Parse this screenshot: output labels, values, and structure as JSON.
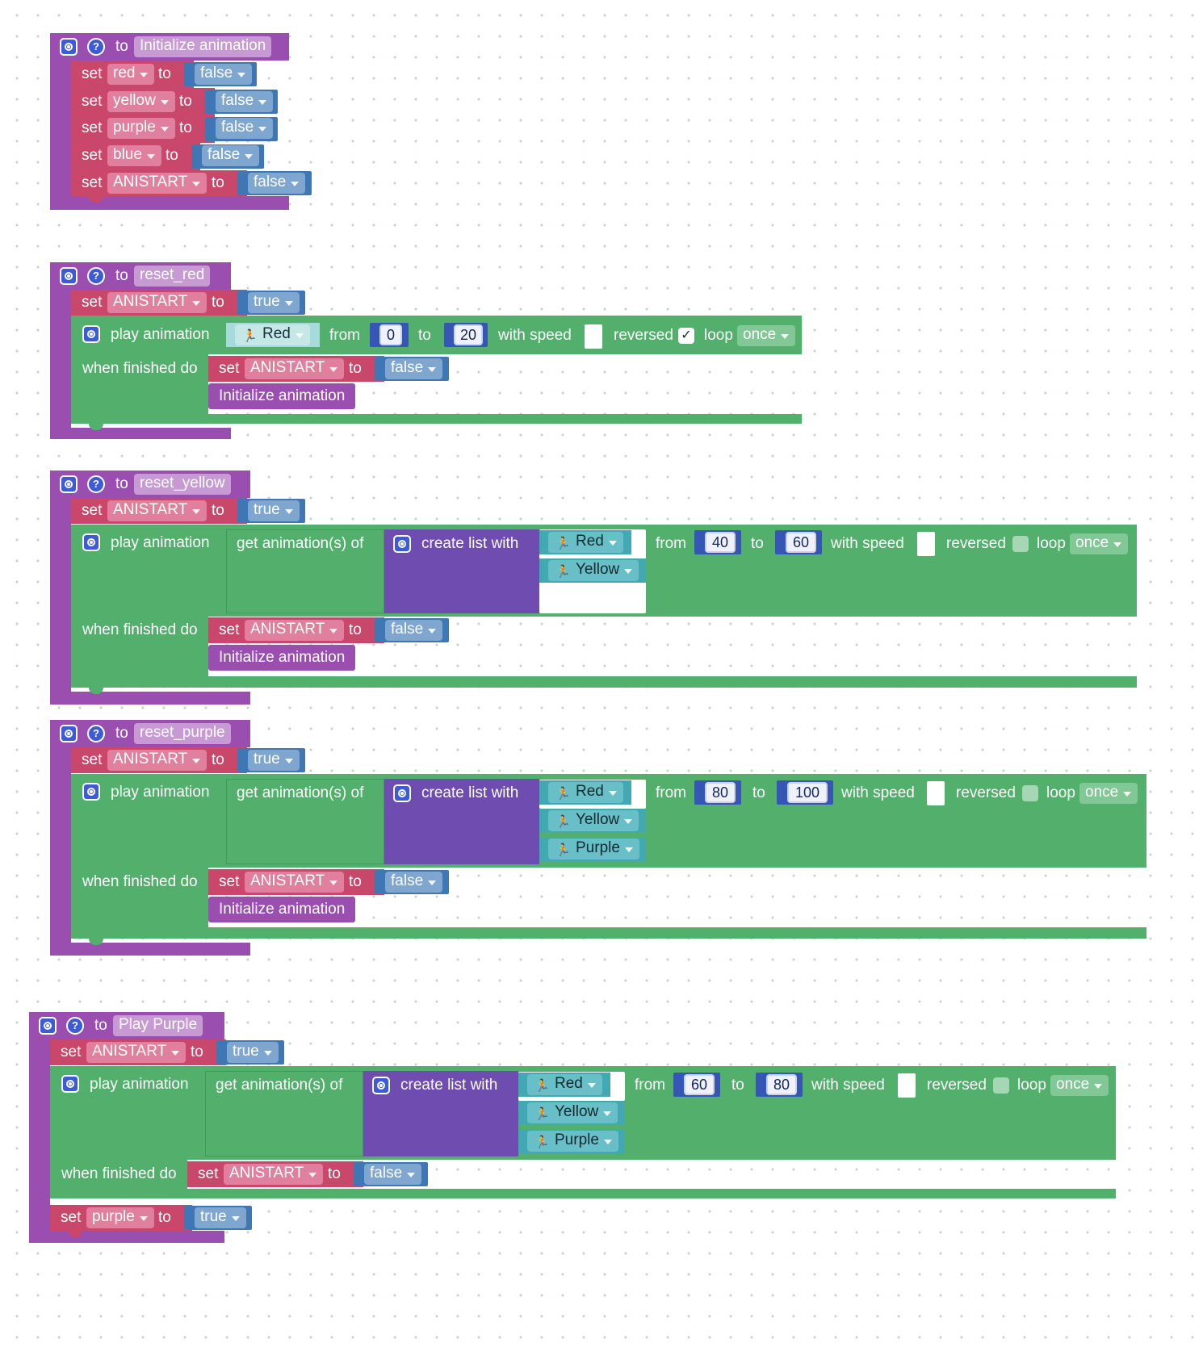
{
  "procedures": [
    {
      "to_label": "to",
      "name": "Initialize animation",
      "statements": [
        {
          "set_label": "set",
          "var": "red",
          "to_label": "to",
          "value": "false"
        },
        {
          "set_label": "set",
          "var": "yellow",
          "to_label": "to",
          "value": "false"
        },
        {
          "set_label": "set",
          "var": "purple",
          "to_label": "to",
          "value": "false"
        },
        {
          "set_label": "set",
          "var": "blue",
          "to_label": "to",
          "value": "false"
        },
        {
          "set_label": "set",
          "var": "ANISTART",
          "to_label": "to",
          "value": "false"
        }
      ]
    },
    {
      "to_label": "to",
      "name": "reset_red",
      "set": {
        "set_label": "set",
        "var": "ANISTART",
        "to_label": "to",
        "value": "true"
      },
      "play": {
        "label": "play animation",
        "animations": [
          "Red"
        ],
        "from_label": "from",
        "from": "0",
        "to_label": "to",
        "to": "20",
        "speed_label": "with speed",
        "reversed_label": "reversed",
        "reversed_mark": "✓",
        "loop_label": "loop",
        "loop": "once",
        "finished_label": "when finished do",
        "finished_set": {
          "set_label": "set",
          "var": "ANISTART",
          "to_label": "to",
          "value": "false"
        },
        "call": "Initialize animation"
      }
    },
    {
      "to_label": "to",
      "name": "reset_yellow",
      "set": {
        "set_label": "set",
        "var": "ANISTART",
        "to_label": "to",
        "value": "true"
      },
      "play": {
        "label": "play animation",
        "get_label": "get animation(s) of",
        "list_label": "create list with",
        "animations": [
          "Red",
          "Yellow"
        ],
        "from_label": "from",
        "from": "40",
        "to_label": "to",
        "to": "60",
        "speed_label": "with speed",
        "reversed_label": "reversed",
        "loop_label": "loop",
        "loop": "once",
        "finished_label": "when finished do",
        "finished_set": {
          "set_label": "set",
          "var": "ANISTART",
          "to_label": "to",
          "value": "false"
        },
        "call": "Initialize animation"
      }
    },
    {
      "to_label": "to",
      "name": "reset_purple",
      "set": {
        "set_label": "set",
        "var": "ANISTART",
        "to_label": "to",
        "value": "true"
      },
      "play": {
        "label": "play animation",
        "get_label": "get animation(s) of",
        "list_label": "create list with",
        "animations": [
          "Red",
          "Yellow",
          "Purple"
        ],
        "from_label": "from",
        "from": "80",
        "to_label": "to",
        "to": "100",
        "speed_label": "with speed",
        "reversed_label": "reversed",
        "loop_label": "loop",
        "loop": "once",
        "finished_label": "when finished do",
        "finished_set": {
          "set_label": "set",
          "var": "ANISTART",
          "to_label": "to",
          "value": "false"
        },
        "call": "Initialize animation"
      }
    },
    {
      "to_label": "to",
      "name": "Play Purple",
      "set": {
        "set_label": "set",
        "var": "ANISTART",
        "to_label": "to",
        "value": "true"
      },
      "play": {
        "label": "play animation",
        "get_label": "get animation(s) of",
        "list_label": "create list with",
        "animations": [
          "Red",
          "Yellow",
          "Purple"
        ],
        "from_label": "from",
        "from": "60",
        "to_label": "to",
        "to": "80",
        "speed_label": "with speed",
        "reversed_label": "reversed",
        "loop_label": "loop",
        "loop": "once",
        "finished_label": "when finished do",
        "finished_set": {
          "set_label": "set",
          "var": "ANISTART",
          "to_label": "to",
          "value": "false"
        }
      },
      "after_set": {
        "set_label": "set",
        "var": "purple",
        "to_label": "to",
        "value": "true"
      }
    }
  ],
  "colors": {
    "procedure": "#9a4fb0",
    "variable_set": "#c9476b",
    "animation": "#52b06c",
    "list": "#6f4cb0",
    "boolean": "#3e77b3",
    "number": "#3556b5",
    "animation_ref": "#42a9b2"
  },
  "icons": {
    "gear": "gear-icon",
    "help": "help-icon",
    "runner": "runner-icon"
  }
}
